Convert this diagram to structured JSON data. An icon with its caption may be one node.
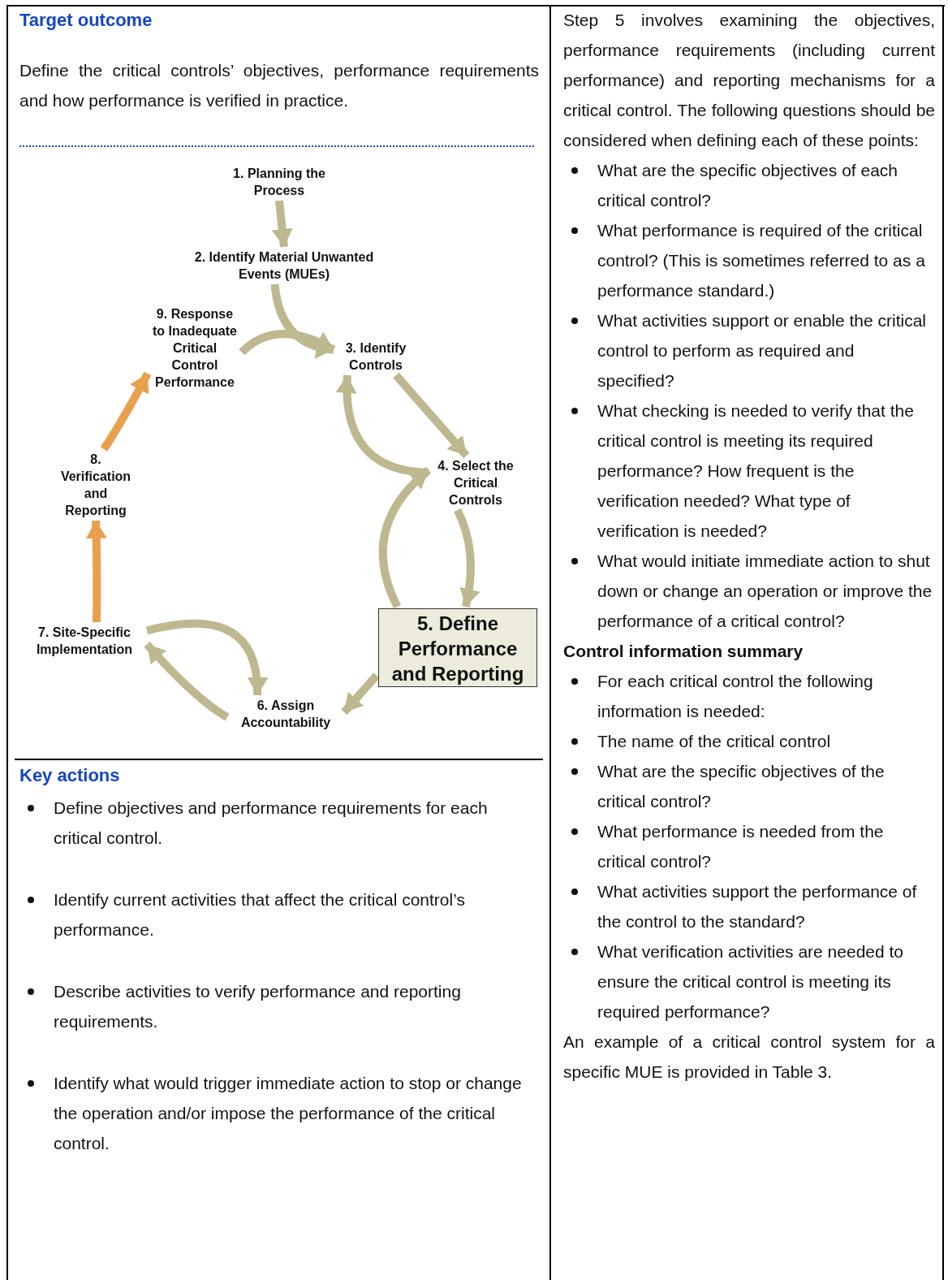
{
  "diagram": {
    "nodes": [
      {
        "text": [
          "1. Planning the Process"
        ]
      },
      {
        "text": [
          "2. Identify Material Unwanted Events (MUEs)"
        ]
      },
      {
        "text": [
          "3. Identify Controls"
        ]
      },
      {
        "text": [
          "4. Select the Critical Controls"
        ]
      },
      {
        "text": [
          "5. Define Performance and Reporting"
        ]
      },
      {
        "text": [
          "6. Assign Accountability"
        ]
      },
      {
        "text": [
          "7. Site-Specific Implementation"
        ]
      },
      {
        "text": [
          "8. Verification and Reporting"
        ]
      },
      {
        "text": [
          "9. Response to Inadequate Critical Control Performance"
        ]
      }
    ],
    "edges": [
      {
        "from": 0,
        "to": 1,
        "arrow": "to"
      },
      {
        "from": 1,
        "to": 2,
        "arrow": "to"
      },
      {
        "from": 2,
        "to": 3,
        "arrow": "to"
      },
      {
        "from": 3,
        "to": 2,
        "arrow": "to"
      },
      {
        "from": 3,
        "to": 4,
        "arrow": "to"
      },
      {
        "from": 4,
        "to": 3,
        "arrow": "to"
      },
      {
        "from": 4,
        "to": 5,
        "arrow": "to"
      },
      {
        "from": 5,
        "to": 6,
        "arrow": "to"
      },
      {
        "from": 6,
        "to": 5,
        "arrow": "to"
      },
      {
        "from": 6,
        "to": 7,
        "arrow": "to",
        "color": "#e9a04c"
      },
      {
        "from": 7,
        "to": 8,
        "arrow": "to",
        "color": "#e9a04c"
      },
      {
        "from": 8,
        "to": 2,
        "arrow": "to"
      }
    ],
    "labels": [
      "Target outcome",
      "Define the critical controls’ objectives, performance requirements and how performance is verified in practice.",
      "Key actions",
      "Define objectives and performance requirements for each critical control.",
      "Identify current activities that affect the critical control’s performance.",
      "Describe activities to verify performance and reporting requirements.",
      "Identify what would trigger immediate action to stop or change the operation and/or impose the performance of the critical control.",
      "Step 5 involves examining the objectives, performance requirements (including current performance) and reporting mechanisms for a critical control. The following questions should be considered when defining each of these points:",
      "What are the specific objectives of each critical control?",
      "What performance is required of the critical control? (This is sometimes referred to as a performance standard.)",
      "What activities support or enable the critical control to perform as required and specified?",
      "What checking is needed to verify that the critical control is meeting its required performance? How frequent is the verification needed? What type of verification is needed?",
      "What would initiate immediate action to shut down or change an operation or improve the performance of a critical control?",
      "Control information summary",
      "For each critical control the following information is needed:",
      "The name of the critical control",
      "What are the specific objectives of the critical control?",
      "What performance is needed from the critical control?",
      "What activities support the performance of the control to the standard?",
      "What verification activities are needed to ensure the critical control is meeting its required performance?",
      "An example of a critical control system for a specific MUE is provided in Table 3."
    ]
  }
}
